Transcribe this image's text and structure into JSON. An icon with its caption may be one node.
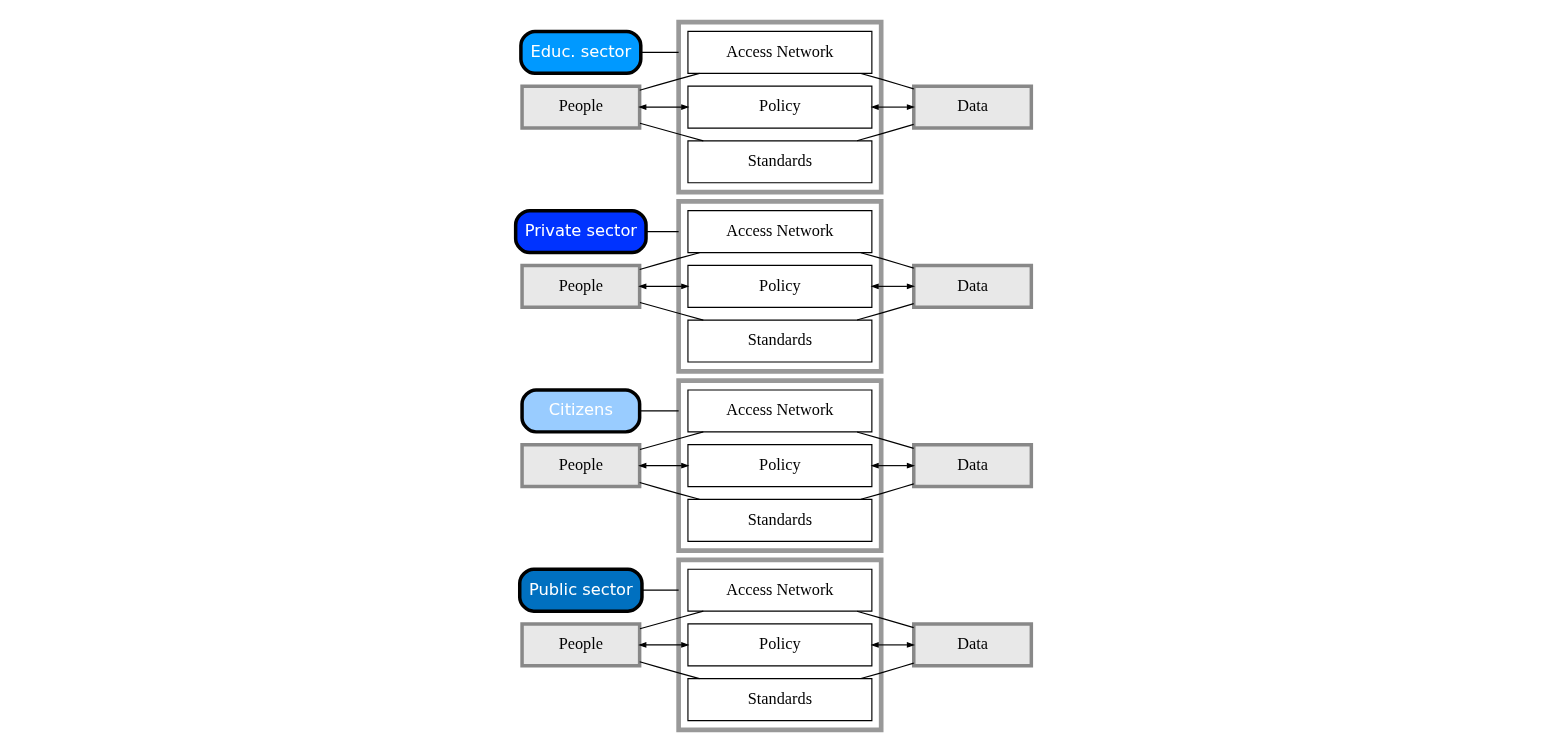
{
  "diagram": {
    "nodes": [
      {
        "text": [
          "Public sector"
        ]
      },
      {
        "text": [],
        "shape": "box"
      },
      {
        "text": [
          "Access Network"
        ],
        "in": 1
      },
      {
        "text": [
          "Policy"
        ],
        "in": 1
      },
      {
        "text": [
          "Standards"
        ],
        "in": 1
      },
      {
        "text": [
          "People"
        ]
      },
      {
        "text": [
          "Data"
        ]
      },
      {
        "text": [
          "Citizens"
        ]
      },
      {
        "text": [],
        "shape": "box"
      },
      {
        "text": [
          "Access Network"
        ],
        "in": 8
      },
      {
        "text": [
          "Policy"
        ],
        "in": 8
      },
      {
        "text": [
          "Standards"
        ],
        "in": 8
      },
      {
        "text": [
          "People"
        ]
      },
      {
        "text": [
          "Data"
        ]
      },
      {
        "text": [
          "Private sector"
        ]
      },
      {
        "text": [],
        "shape": "box"
      },
      {
        "text": [
          "Access Network"
        ],
        "in": 15
      },
      {
        "text": [
          "Policy"
        ],
        "in": 15
      },
      {
        "text": [
          "Standards"
        ],
        "in": 15
      },
      {
        "text": [
          "People"
        ]
      },
      {
        "text": [
          "Data"
        ]
      },
      {
        "text": [
          "Educ. sector"
        ]
      },
      {
        "text": [],
        "shape": "box"
      },
      {
        "text": [
          "Access Network"
        ],
        "in": 22
      },
      {
        "text": [
          "Policy"
        ],
        "in": 22
      },
      {
        "text": [
          "Standards"
        ],
        "in": 22
      },
      {
        "text": [
          "People"
        ]
      },
      {
        "text": [
          "Data"
        ]
      }
    ],
    "edges": [
      {
        "from": 0,
        "to": 1,
        "arrow": "none"
      },
      {
        "from": 5,
        "to": 2,
        "arrow": "none"
      },
      {
        "from": 5,
        "to": 3,
        "arrow": "both"
      },
      {
        "from": 5,
        "to": 4,
        "arrow": "none"
      },
      {
        "from": 2,
        "to": 6,
        "arrow": "none"
      },
      {
        "from": 3,
        "to": 6,
        "arrow": "both"
      },
      {
        "from": 4,
        "to": 6,
        "arrow": "none"
      },
      {
        "from": 7,
        "to": 8,
        "arrow": "none"
      },
      {
        "from": 12,
        "to": 9,
        "arrow": "none"
      },
      {
        "from": 12,
        "to": 10,
        "arrow": "both"
      },
      {
        "from": 12,
        "to": 11,
        "arrow": "none"
      },
      {
        "from": 9,
        "to": 13,
        "arrow": "none"
      },
      {
        "from": 10,
        "to": 13,
        "arrow": "both"
      },
      {
        "from": 11,
        "to": 13,
        "arrow": "none"
      },
      {
        "from": 14,
        "to": 15,
        "arrow": "none"
      },
      {
        "from": 19,
        "to": 16,
        "arrow": "none"
      },
      {
        "from": 19,
        "to": 17,
        "arrow": "both"
      },
      {
        "from": 19,
        "to": 18,
        "arrow": "none"
      },
      {
        "from": 16,
        "to": 20,
        "arrow": "none"
      },
      {
        "from": 17,
        "to": 20,
        "arrow": "both"
      },
      {
        "from": 18,
        "to": 20,
        "arrow": "none"
      },
      {
        "from": 21,
        "to": 22,
        "arrow": "none"
      },
      {
        "from": 26,
        "to": 23,
        "arrow": "none"
      },
      {
        "from": 26,
        "to": 24,
        "arrow": "both"
      },
      {
        "from": 26,
        "to": 25,
        "arrow": "none"
      },
      {
        "from": 23,
        "to": 27,
        "arrow": "none"
      },
      {
        "from": 24,
        "to": 27,
        "arrow": "both"
      },
      {
        "from": 25,
        "to": 27,
        "arrow": "none"
      }
    ]
  }
}
